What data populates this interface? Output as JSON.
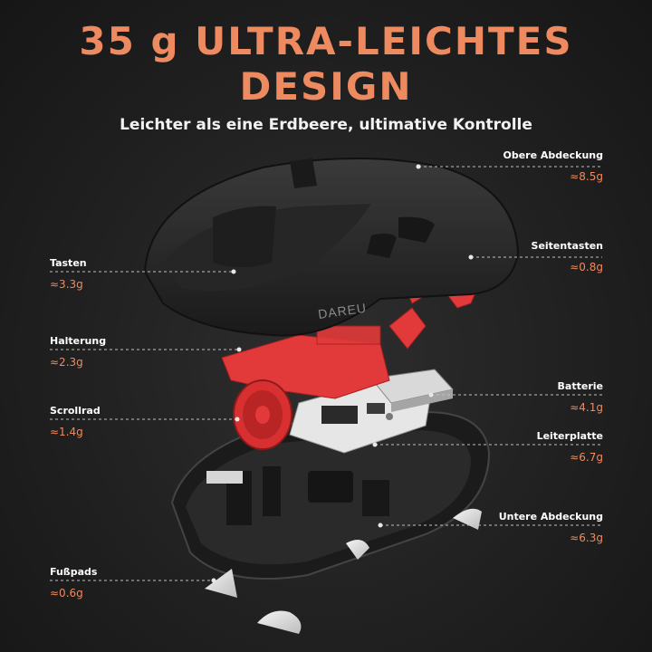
{
  "headline": {
    "line1": "35 g ULTRA-LEICHTES",
    "line2": "DESIGN"
  },
  "subtitle": "Leichter als eine Erdbeere, ultimative Kontrolle",
  "brand_text": "DAREU",
  "colors": {
    "accent": "#ee8a5f",
    "background": "#1f1f1f",
    "frame_red": "#e23a3a",
    "shell": "#2b2b2b"
  },
  "components": {
    "obere_abdeckung": {
      "name": "Obere Abdeckung",
      "weight": "≈8.5g"
    },
    "seitentasten": {
      "name": "Seitentasten",
      "weight": "≈0.8g"
    },
    "tasten": {
      "name": "Tasten",
      "weight": "≈3.3g"
    },
    "halterung": {
      "name": "Halterung",
      "weight": "≈2.3g"
    },
    "batterie": {
      "name": "Batterie",
      "weight": "≈4.1g"
    },
    "scrollrad": {
      "name": "Scrollrad",
      "weight": "≈1.4g"
    },
    "leiterplatte": {
      "name": "Leiterplatte",
      "weight": "≈6.7g"
    },
    "untere_abdeckung": {
      "name": "Untere Abdeckung",
      "weight": "≈6.3g"
    },
    "fusspads": {
      "name": "Fußpads",
      "weight": "≈0.6g"
    }
  }
}
